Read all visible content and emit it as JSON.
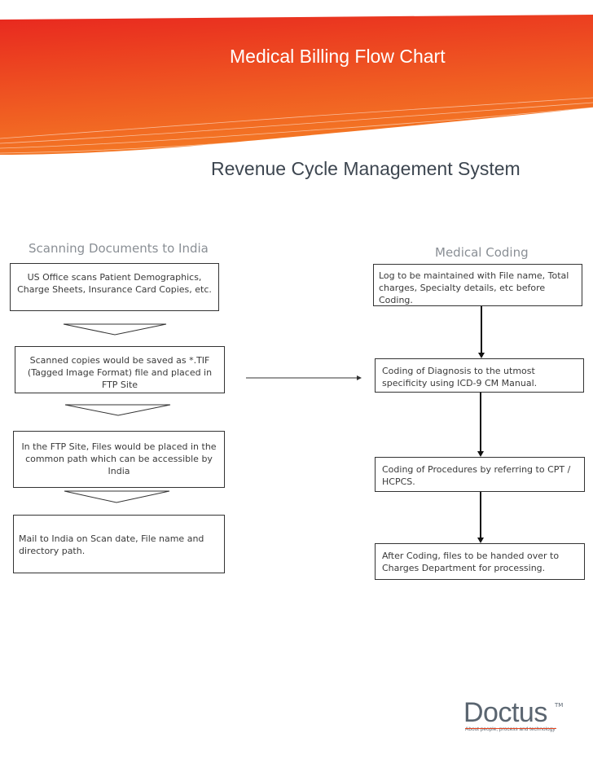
{
  "header": {
    "title": "Medical Billing Flow Chart",
    "subtitle": "Revenue Cycle Management System"
  },
  "left_column": {
    "heading": "Scanning Documents to India",
    "steps": [
      "US Office scans Patient Demographics, Charge Sheets, Insurance Card Copies, etc.",
      "Scanned copies would be saved as *.TIF (Tagged Image Format)  file and placed in FTP Site",
      "In the FTP Site, Files would be  placed in the common path which can be accessible by India",
      "Mail to India on Scan date, File name and directory path."
    ]
  },
  "right_column": {
    "heading": "Medical Coding",
    "steps": [
      "Log to be maintained with File name, Total charges, Specialty details, etc before Coding.",
      "Coding of Diagnosis to the utmost specificity using ICD-9 CM Manual.",
      "Coding of Procedures by referring to CPT / HCPCS.",
      "After Coding, files to be  handed over to Charges Department for processing."
    ]
  },
  "logo": {
    "word": "Doctus",
    "tm": "TM",
    "tagline": "About people, process and technology"
  },
  "colors": {
    "banner_top": "#e8271f",
    "banner_bottom": "#f26a22",
    "accent": "#e8451f"
  }
}
